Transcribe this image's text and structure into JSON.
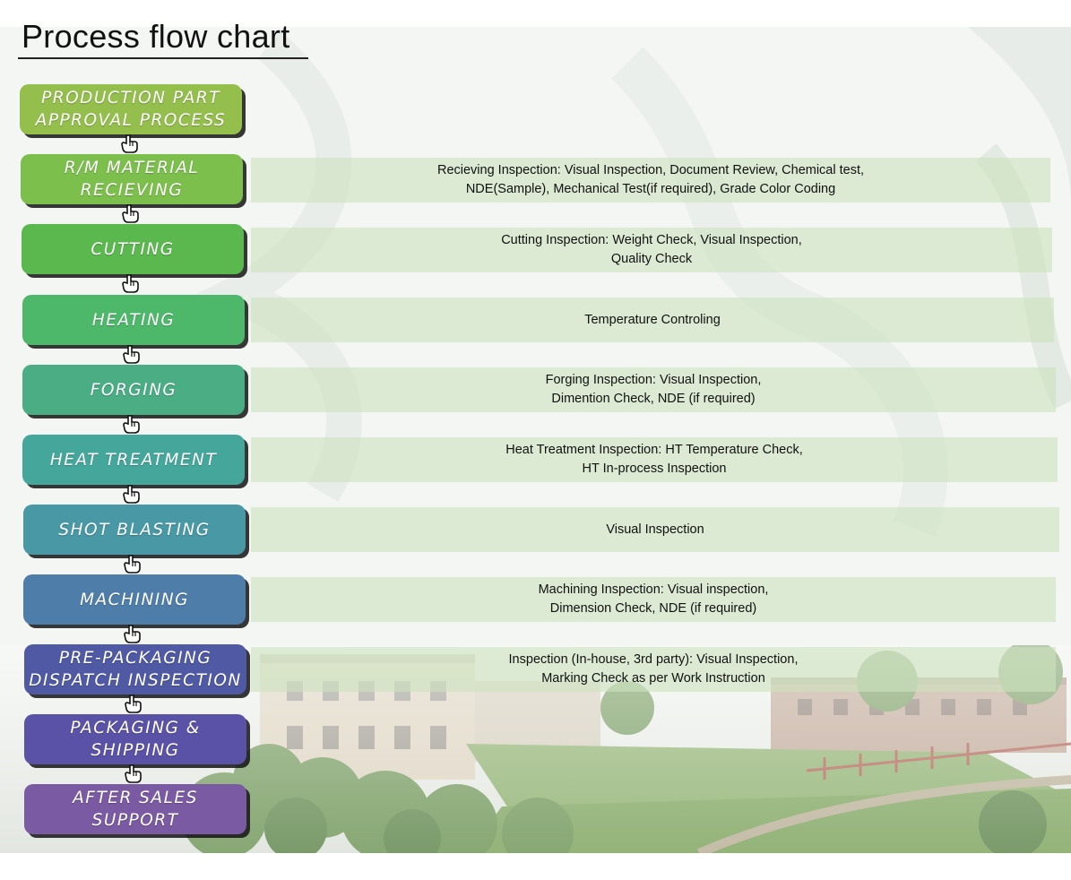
{
  "title": "Process flow chart",
  "steps": [
    {
      "lines": [
        "PRODUCTION PART",
        "APPROVAL PROCESS"
      ],
      "color": "#94bf4c"
    },
    {
      "lines": [
        "R/M MATERIAL",
        "RECIEVING"
      ],
      "color": "#7cbf4d",
      "detail": [
        "Recieving Inspection: Visual Inspection, Document Review, Chemical test,",
        "NDE(Sample), Mechanical Test(if required), Grade Color Coding"
      ]
    },
    {
      "lines": [
        "CUTTING"
      ],
      "color": "#5bb84f",
      "detail": [
        "Cutting Inspection: Weight Check, Visual Inspection,",
        "Quality Check"
      ]
    },
    {
      "lines": [
        "HEATING"
      ],
      "color": "#4db86a",
      "detail": [
        "Temperature Controling"
      ]
    },
    {
      "lines": [
        "FORGING"
      ],
      "color": "#4aad84",
      "detail": [
        "Forging Inspection: Visual Inspection,",
        "Dimention Check, NDE (if required)"
      ]
    },
    {
      "lines": [
        "HEAT TREATMENT"
      ],
      "color": "#45a79b",
      "detail": [
        "Heat Treatment Inspection: HT Temperature Check,",
        "HT In-process Inspection"
      ]
    },
    {
      "lines": [
        "SHOT BLASTING"
      ],
      "color": "#4898a6",
      "detail": [
        "Visual Inspection"
      ]
    },
    {
      "lines": [
        "MACHINING"
      ],
      "color": "#4f7daa",
      "detail": [
        "Machining Inspection: Visual inspection,",
        "Dimension Check, NDE (if required)"
      ]
    },
    {
      "lines": [
        "PRE-PACKAGING",
        "DISPATCH INSPECTION"
      ],
      "color": "#4f59a4",
      "detail": [
        "Inspection (In-house, 3rd party): Visual Inspection,",
        "Marking Check as per Work Instruction"
      ]
    },
    {
      "lines": [
        "PACKAGING &",
        "SHIPPING"
      ],
      "color": "#5a52a6"
    },
    {
      "lines": [
        "AFTER SALES",
        "SUPPORT"
      ],
      "color": "#7a5aa2"
    }
  ]
}
